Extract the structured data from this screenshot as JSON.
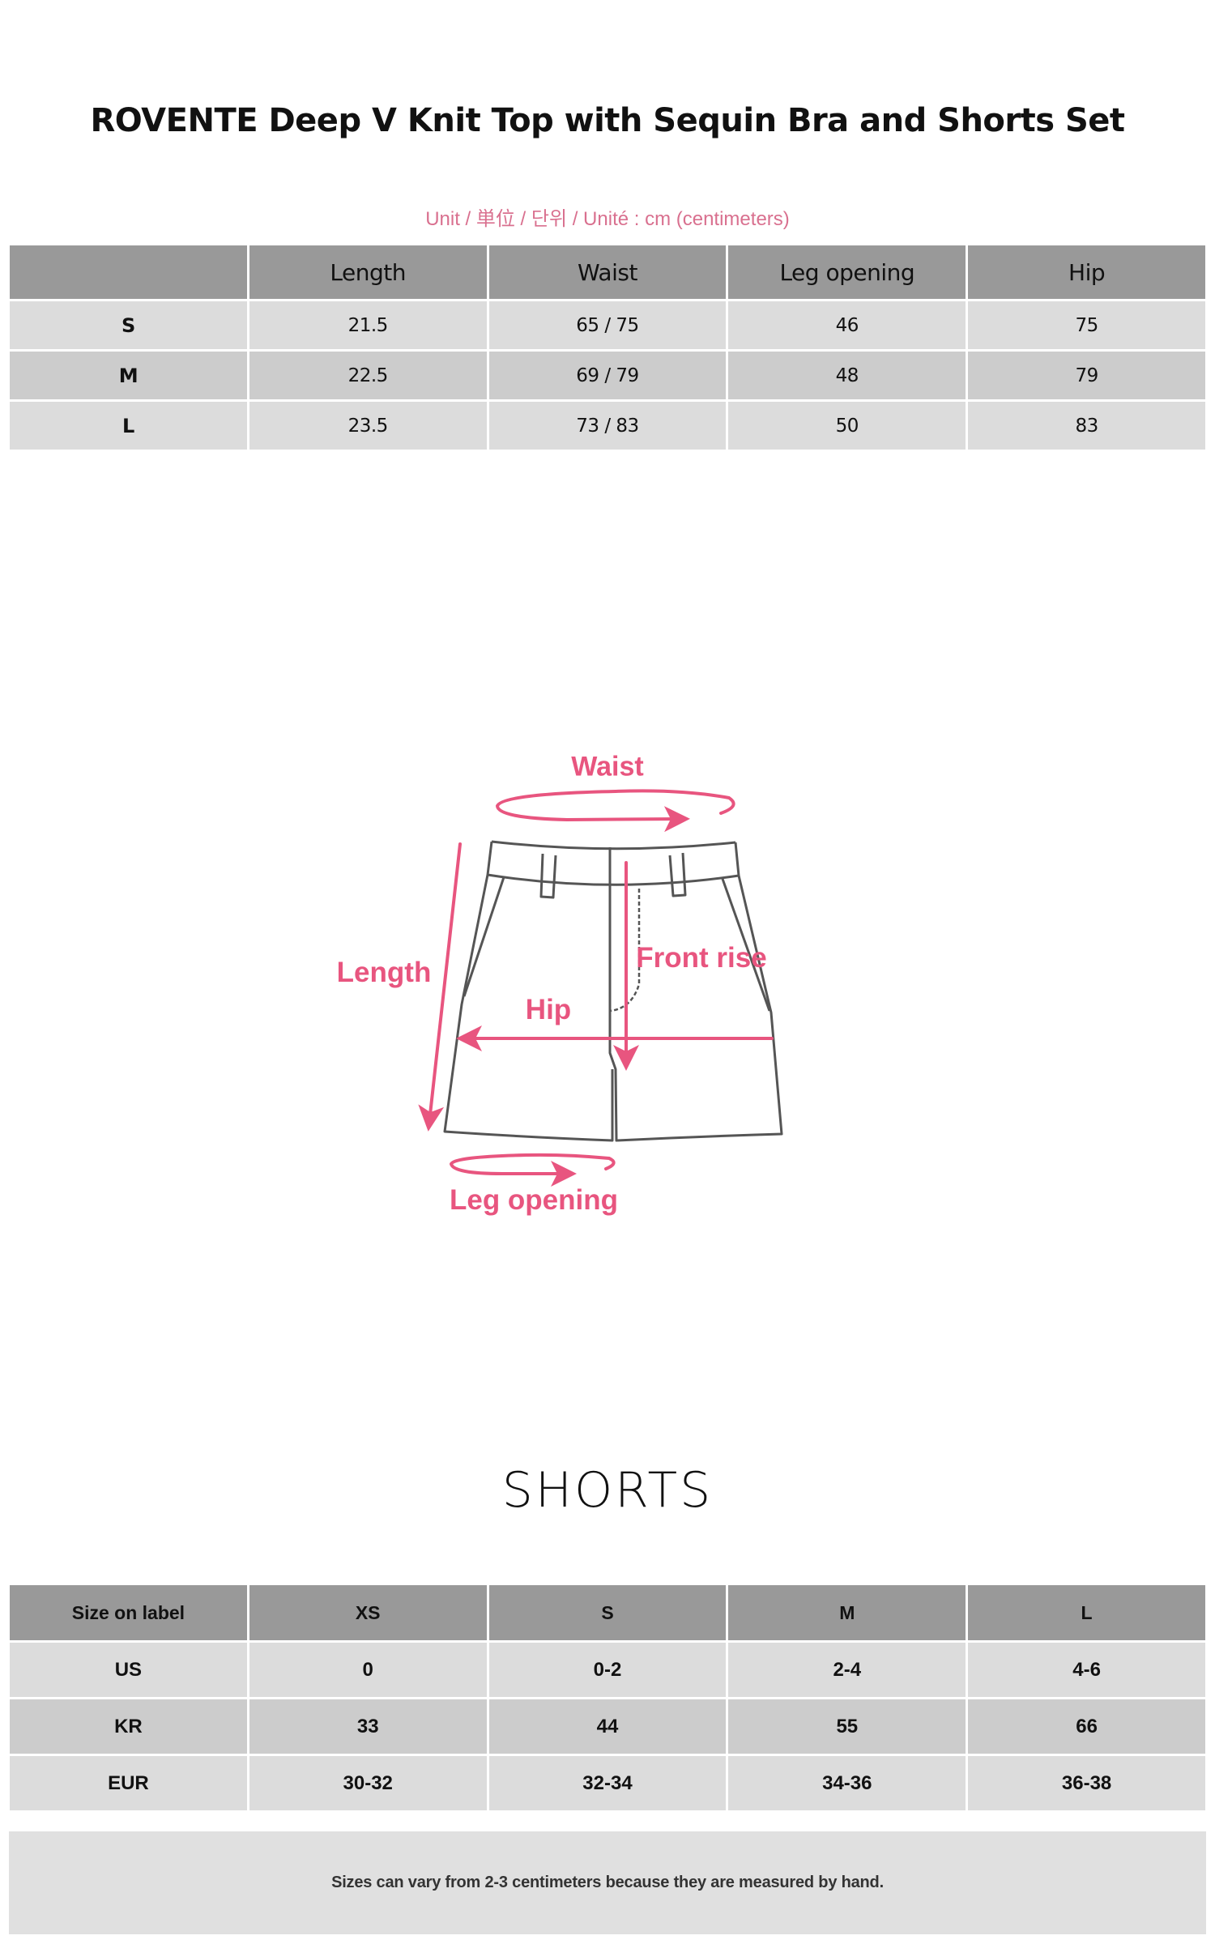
{
  "title": "ROVENTE Deep V Knit Top with Sequin Bra and Shorts Set",
  "unit_note": "Unit / 単位 / 단위 / Unité : cm (centimeters)",
  "measurements_table": {
    "headers": [
      "",
      "Length",
      "Waist",
      "Leg opening",
      "Hip"
    ],
    "rows": [
      {
        "size": "S",
        "length": "21.5",
        "waist": "65 / 75",
        "leg_opening": "46",
        "hip": "75"
      },
      {
        "size": "M",
        "length": "22.5",
        "waist": "69 / 79",
        "leg_opening": "48",
        "hip": "79"
      },
      {
        "size": "L",
        "length": "23.5",
        "waist": "73 / 83",
        "leg_opening": "50",
        "hip": "83"
      }
    ]
  },
  "diagram": {
    "labels": {
      "waist": "Waist",
      "length": "Length",
      "front_rise": "Front rise",
      "hip": "Hip",
      "leg_opening": "Leg opening"
    },
    "accent_color": "#e8557f",
    "outline_color": "#555555"
  },
  "shorts_heading": "SHORTS",
  "size_conversion_table": {
    "headers": [
      "Size on label",
      "XS",
      "S",
      "M",
      "L"
    ],
    "rows": [
      {
        "label": "US",
        "values": [
          "0",
          "0-2",
          "2-4",
          "4-6"
        ]
      },
      {
        "label": "KR",
        "values": [
          "33",
          "44",
          "55",
          "66"
        ]
      },
      {
        "label": "EUR",
        "values": [
          "30-32",
          "32-34",
          "34-36",
          "36-38"
        ]
      }
    ]
  },
  "footer_note": "Sizes can vary from 2-3 centimeters because they are measured by hand.",
  "colors": {
    "header_bg": "#999999",
    "row_light": "#dcdcdc",
    "row_dark": "#cccccc",
    "unit_text": "#d9708f",
    "footer_bg": "#e0e0e0"
  }
}
